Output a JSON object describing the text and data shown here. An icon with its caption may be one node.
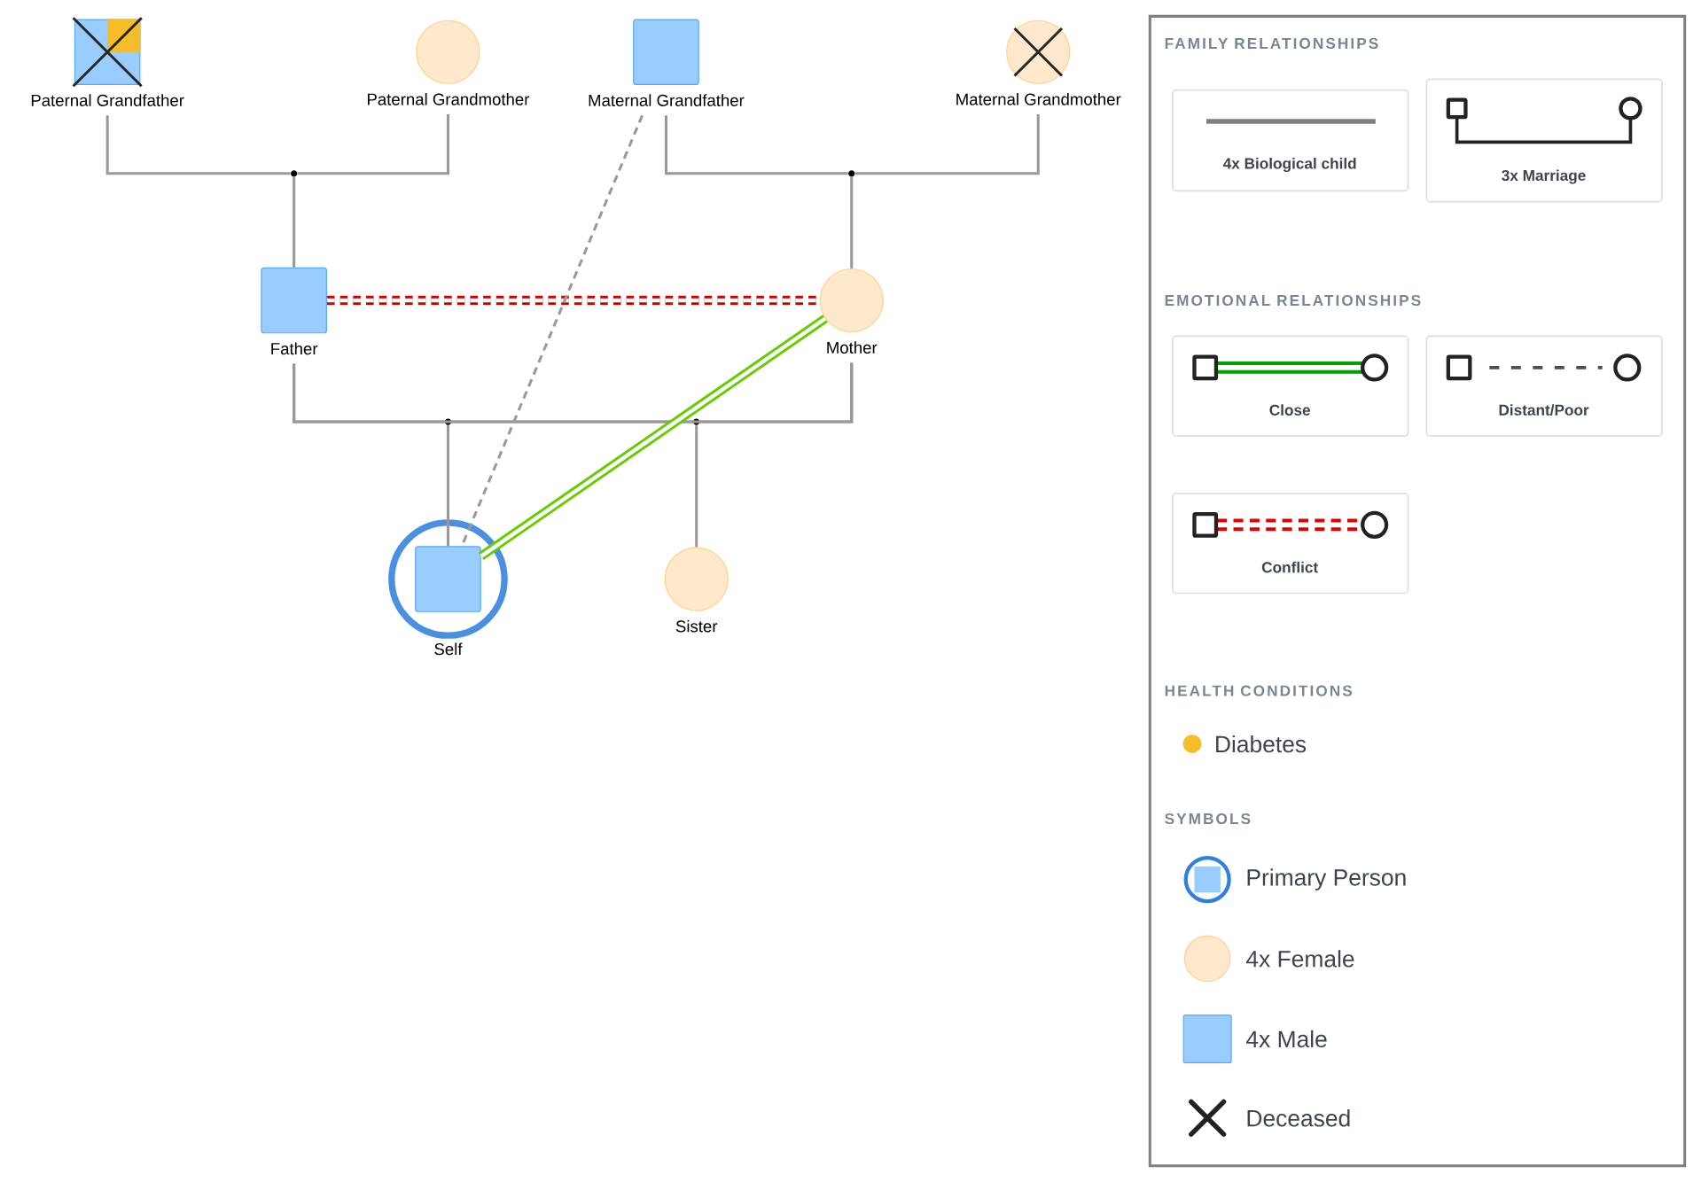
{
  "diagram": {
    "nodes": [
      {
        "text": [
          "Paternal Grandfather"
        ]
      },
      {
        "text": [
          "Paternal Grandmother"
        ]
      },
      {
        "text": [
          "Maternal Grandfather"
        ]
      },
      {
        "text": [
          "Maternal Grandmother"
        ]
      },
      {
        "text": [
          "Father"
        ]
      },
      {
        "text": [
          "Mother"
        ]
      },
      {
        "text": [
          "Self"
        ]
      },
      {
        "text": [
          "Sister"
        ]
      },
      {
        "text": [],
        "shape": "circle"
      },
      {
        "text": [],
        "shape": "circle"
      },
      {
        "text": [],
        "shape": "circle"
      },
      {
        "text": [],
        "shape": "circle"
      }
    ],
    "edges": [
      {
        "from": 0,
        "to": 8,
        "arrow": "none"
      },
      {
        "from": 1,
        "to": 8,
        "arrow": "none"
      },
      {
        "from": 8,
        "to": 4,
        "arrow": "none"
      },
      {
        "from": 2,
        "to": 9,
        "arrow": "none"
      },
      {
        "from": 3,
        "to": 9,
        "arrow": "none"
      },
      {
        "from": 9,
        "to": 5,
        "arrow": "none"
      },
      {
        "from": 4,
        "to": 10,
        "arrow": "none"
      },
      {
        "from": 5,
        "to": 10,
        "arrow": "none"
      },
      {
        "from": 10,
        "to": 6,
        "arrow": "none"
      },
      {
        "from": 4,
        "to": 11,
        "arrow": "none"
      },
      {
        "from": 5,
        "to": 11,
        "arrow": "none"
      },
      {
        "from": 11,
        "to": 7,
        "arrow": "none"
      },
      {
        "from": 4,
        "to": 5,
        "arrow": "none",
        "style": "dashed",
        "color": "#cc0000"
      },
      {
        "from": 6,
        "to": 5,
        "arrow": "none",
        "style": "thick",
        "color": "#66cc00"
      },
      {
        "from": 2,
        "to": 6,
        "arrow": "none",
        "style": "dashed"
      }
    ],
    "labels": [
      "FAMILY RELATIONSHIPS",
      "EMOTIONAL RELATIONSHIPS",
      "HEALTH CONDITIONS",
      "SYMBOLS"
    ],
    "legend": [
      {
        "text": "4x Biological child"
      },
      {
        "text": "3x Marriage"
      },
      {
        "text": "Close"
      },
      {
        "text": "Distant/Poor"
      },
      {
        "text": "Conflict"
      },
      {
        "text": "Diabetes",
        "color": "#f5bd2a"
      },
      {
        "text": "Primary Person"
      },
      {
        "text": "4x Female",
        "color": "#ffe9cc"
      },
      {
        "text": "4x Male",
        "color": "#99ccff"
      },
      {
        "text": "Deceased"
      }
    ]
  }
}
